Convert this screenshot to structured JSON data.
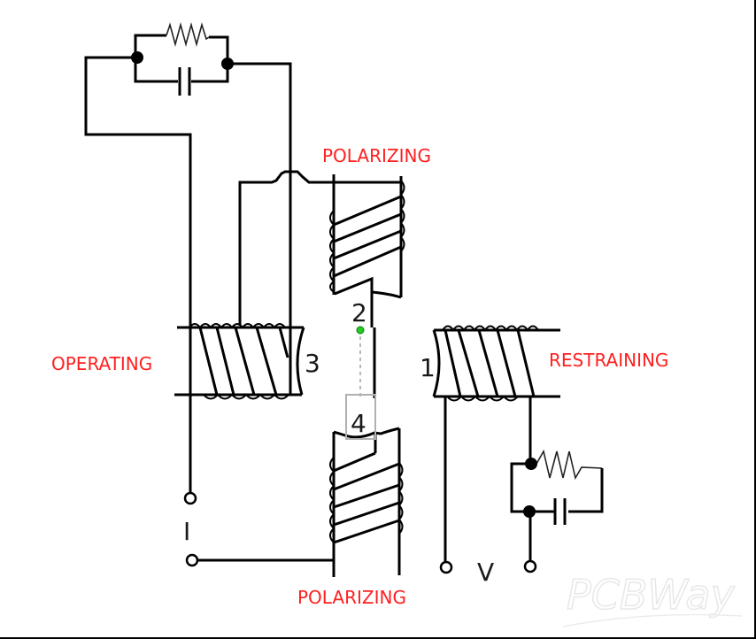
{
  "diagram": {
    "labels": {
      "polarizing_top": "POLARIZING",
      "polarizing_bottom": "POLARIZING",
      "operating": "OPERATING",
      "restraining": "RESTRAINING"
    },
    "pole_numbers": {
      "pole_1": "1",
      "pole_2": "2",
      "pole_3": "3",
      "pole_4": "4"
    },
    "terminals": {
      "current": "I",
      "voltage": "V"
    },
    "watermark": "PCBWay",
    "colors": {
      "label": "#ff2020",
      "wire": "#000000",
      "pivot": "#22cc22",
      "selection_box": "#b0b0b0"
    }
  }
}
